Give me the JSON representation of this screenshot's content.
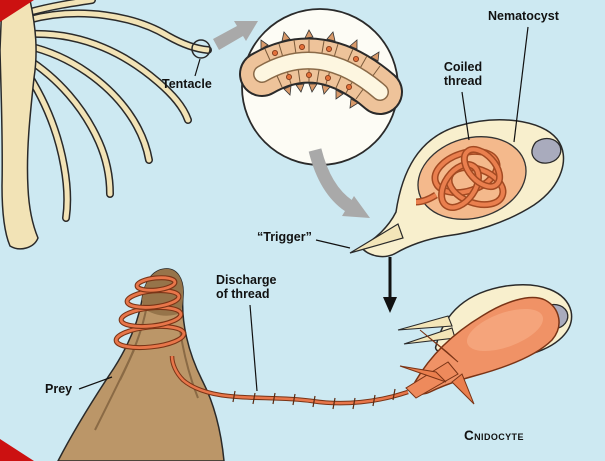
{
  "labels": {
    "tentacle": "Tentacle",
    "nematocyst": "Nematocyst",
    "coiled_thread": "Coiled thread",
    "trigger": "“Trigger”",
    "discharge_of_thread": "Discharge of thread",
    "prey": "Prey",
    "cnidocyte": "Cnidocyte"
  },
  "colors": {
    "background": "#cde9f2",
    "body_cream": "#f2e3b6",
    "cell_cream": "#f8efcd",
    "capsule_orange": "#f4b98c",
    "thread_orange": "#ea7f4e",
    "thread_outline": "#7a3416",
    "bulb_orange": "#f09266",
    "prey_brown": "#bb9668",
    "prey_shadow": "#96744a",
    "nucleus_gray": "#a9abbd",
    "arrow_gray": "#a9a9a9",
    "corner_red": "#cc1111",
    "label_text": "#111111"
  }
}
